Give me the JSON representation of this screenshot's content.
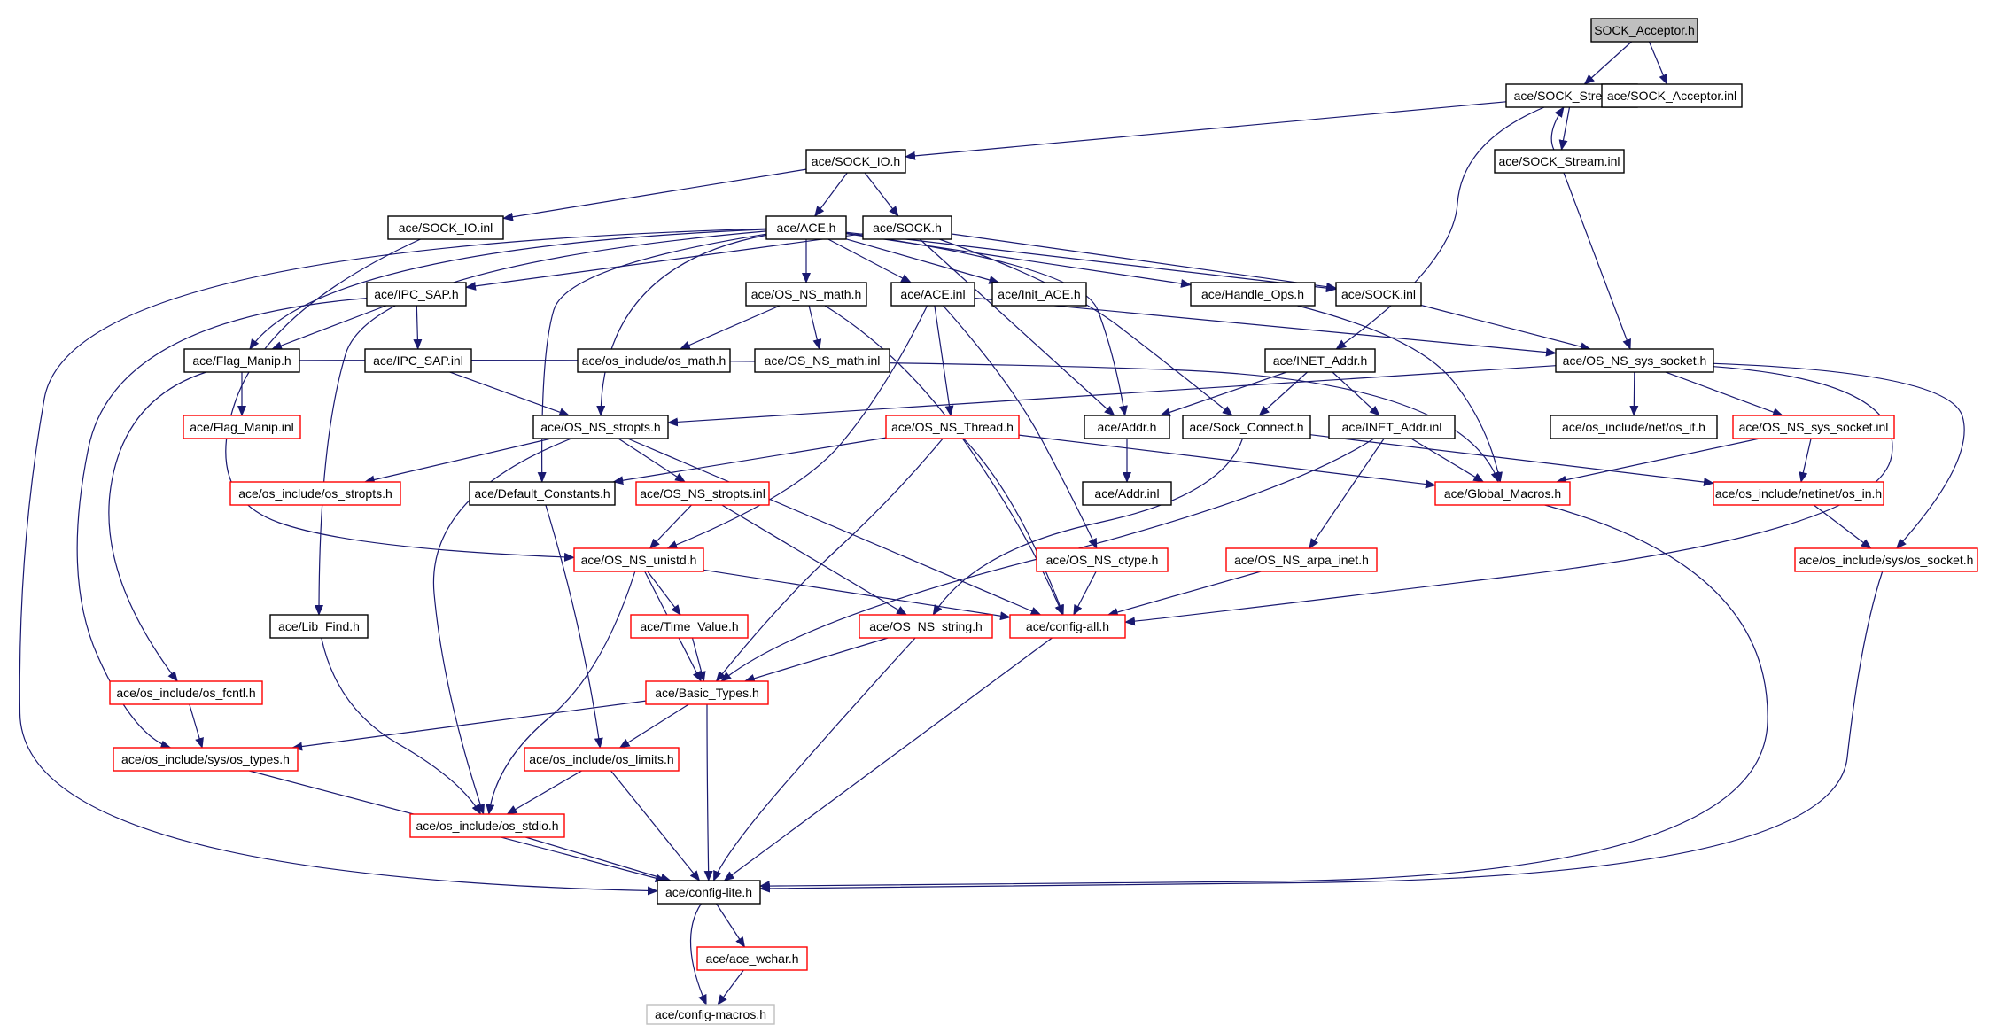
{
  "colors": {
    "edge": "#191970",
    "border_default": "#000000",
    "border_truncated": "#ff0000",
    "border_leaf": "#bfbfbf",
    "fill_root": "#bfbfbf",
    "fill_default": "#ffffff"
  },
  "nodes": [
    {
      "id": "n0",
      "label": "SOCK_Acceptor.h",
      "style": "root"
    },
    {
      "id": "n1",
      "label": "ace/SOCK_Stream.h",
      "style": "normal"
    },
    {
      "id": "n2",
      "label": "ace/SOCK_Acceptor.inl",
      "style": "normal"
    },
    {
      "id": "n3",
      "label": "ace/SOCK_Stream.inl",
      "style": "normal"
    },
    {
      "id": "n4",
      "label": "ace/SOCK_IO.h",
      "style": "normal"
    },
    {
      "id": "n5",
      "label": "ace/SOCK_IO.inl",
      "style": "normal"
    },
    {
      "id": "n6",
      "label": "ace/ACE.h",
      "style": "normal"
    },
    {
      "id": "n7",
      "label": "ace/SOCK.h",
      "style": "normal"
    },
    {
      "id": "n8",
      "label": "ace/IPC_SAP.h",
      "style": "normal"
    },
    {
      "id": "n9",
      "label": "ace/OS_NS_math.h",
      "style": "normal"
    },
    {
      "id": "n10",
      "label": "ace/ACE.inl",
      "style": "normal"
    },
    {
      "id": "n11",
      "label": "ace/Init_ACE.h",
      "style": "normal"
    },
    {
      "id": "n12",
      "label": "ace/Handle_Ops.h",
      "style": "normal"
    },
    {
      "id": "n13",
      "label": "ace/SOCK.inl",
      "style": "normal"
    },
    {
      "id": "n14",
      "label": "ace/Flag_Manip.h",
      "style": "normal"
    },
    {
      "id": "n15",
      "label": "ace/IPC_SAP.inl",
      "style": "normal"
    },
    {
      "id": "n16",
      "label": "ace/os_include/os_math.h",
      "style": "normal"
    },
    {
      "id": "n17",
      "label": "ace/OS_NS_math.inl",
      "style": "normal"
    },
    {
      "id": "n18",
      "label": "ace/INET_Addr.h",
      "style": "normal"
    },
    {
      "id": "n19",
      "label": "ace/OS_NS_sys_socket.h",
      "style": "normal"
    },
    {
      "id": "n20",
      "label": "ace/Flag_Manip.inl",
      "style": "truncated"
    },
    {
      "id": "n21",
      "label": "ace/OS_NS_stropts.h",
      "style": "normal"
    },
    {
      "id": "n22",
      "label": "ace/OS_NS_Thread.h",
      "style": "truncated"
    },
    {
      "id": "n23",
      "label": "ace/Addr.h",
      "style": "normal"
    },
    {
      "id": "n24",
      "label": "ace/Sock_Connect.h",
      "style": "normal"
    },
    {
      "id": "n25",
      "label": "ace/INET_Addr.inl",
      "style": "normal"
    },
    {
      "id": "n26",
      "label": "ace/os_include/net/os_if.h",
      "style": "normal"
    },
    {
      "id": "n27",
      "label": "ace/OS_NS_sys_socket.inl",
      "style": "truncated"
    },
    {
      "id": "n28",
      "label": "ace/os_include/os_stropts.h",
      "style": "truncated"
    },
    {
      "id": "n29",
      "label": "ace/Default_Constants.h",
      "style": "normal"
    },
    {
      "id": "n30",
      "label": "ace/OS_NS_stropts.inl",
      "style": "truncated"
    },
    {
      "id": "n31",
      "label": "ace/Addr.inl",
      "style": "normal"
    },
    {
      "id": "n32",
      "label": "ace/Global_Macros.h",
      "style": "truncated"
    },
    {
      "id": "n33",
      "label": "ace/os_include/netinet/os_in.h",
      "style": "truncated"
    },
    {
      "id": "n34",
      "label": "ace/OS_NS_unistd.h",
      "style": "truncated"
    },
    {
      "id": "n35",
      "label": "ace/OS_NS_ctype.h",
      "style": "truncated"
    },
    {
      "id": "n36",
      "label": "ace/OS_NS_arpa_inet.h",
      "style": "truncated"
    },
    {
      "id": "n37",
      "label": "ace/os_include/sys/os_socket.h",
      "style": "truncated"
    },
    {
      "id": "n38",
      "label": "ace/Lib_Find.h",
      "style": "normal"
    },
    {
      "id": "n39",
      "label": "ace/Time_Value.h",
      "style": "truncated"
    },
    {
      "id": "n40",
      "label": "ace/OS_NS_string.h",
      "style": "truncated"
    },
    {
      "id": "n41",
      "label": "ace/config-all.h",
      "style": "truncated"
    },
    {
      "id": "n42",
      "label": "ace/os_include/os_fcntl.h",
      "style": "truncated"
    },
    {
      "id": "n43",
      "label": "ace/Basic_Types.h",
      "style": "truncated"
    },
    {
      "id": "n44",
      "label": "ace/os_include/sys/os_types.h",
      "style": "truncated"
    },
    {
      "id": "n45",
      "label": "ace/os_include/os_limits.h",
      "style": "truncated"
    },
    {
      "id": "n46",
      "label": "ace/os_include/os_stdio.h",
      "style": "truncated"
    },
    {
      "id": "n47",
      "label": "ace/config-lite.h",
      "style": "normal"
    },
    {
      "id": "n48",
      "label": "ace/ace_wchar.h",
      "style": "truncated"
    },
    {
      "id": "n49",
      "label": "ace/config-macros.h",
      "style": "leaf"
    }
  ],
  "edges": [
    [
      "n0",
      "n1"
    ],
    [
      "n0",
      "n2"
    ],
    [
      "n1",
      "n4"
    ],
    [
      "n1",
      "n3"
    ],
    [
      "n1",
      "n18"
    ],
    [
      "n3",
      "n1"
    ],
    [
      "n3",
      "n19"
    ],
    [
      "n4",
      "n5"
    ],
    [
      "n4",
      "n6"
    ],
    [
      "n4",
      "n7"
    ],
    [
      "n5",
      "n34"
    ],
    [
      "n6",
      "n14"
    ],
    [
      "n6",
      "n9"
    ],
    [
      "n6",
      "n10"
    ],
    [
      "n6",
      "n11"
    ],
    [
      "n6",
      "n12"
    ],
    [
      "n6",
      "n13"
    ],
    [
      "n6",
      "n29"
    ],
    [
      "n6",
      "n38"
    ],
    [
      "n6",
      "n47"
    ],
    [
      "n6",
      "n21"
    ],
    [
      "n6",
      "n23"
    ],
    [
      "n7",
      "n8"
    ],
    [
      "n7",
      "n13"
    ],
    [
      "n7",
      "n24"
    ],
    [
      "n7",
      "n23"
    ],
    [
      "n8",
      "n14"
    ],
    [
      "n8",
      "n15"
    ],
    [
      "n8",
      "n44"
    ],
    [
      "n9",
      "n16"
    ],
    [
      "n9",
      "n17"
    ],
    [
      "n9",
      "n41"
    ],
    [
      "n10",
      "n19"
    ],
    [
      "n10",
      "n22"
    ],
    [
      "n10",
      "n35"
    ],
    [
      "n10",
      "n34"
    ],
    [
      "n12",
      "n32"
    ],
    [
      "n13",
      "n19"
    ],
    [
      "n14",
      "n20"
    ],
    [
      "n14",
      "n32"
    ],
    [
      "n14",
      "n42"
    ],
    [
      "n15",
      "n21"
    ],
    [
      "n18",
      "n23"
    ],
    [
      "n18",
      "n24"
    ],
    [
      "n18",
      "n25"
    ],
    [
      "n19",
      "n21"
    ],
    [
      "n19",
      "n26"
    ],
    [
      "n19",
      "n27"
    ],
    [
      "n19",
      "n37"
    ],
    [
      "n19",
      "n41"
    ],
    [
      "n21",
      "n28"
    ],
    [
      "n21",
      "n30"
    ],
    [
      "n21",
      "n41"
    ],
    [
      "n21",
      "n46"
    ],
    [
      "n22",
      "n29"
    ],
    [
      "n22",
      "n43"
    ],
    [
      "n22",
      "n41"
    ],
    [
      "n22",
      "n32"
    ],
    [
      "n23",
      "n31"
    ],
    [
      "n24",
      "n40"
    ],
    [
      "n24",
      "n33"
    ],
    [
      "n25",
      "n32"
    ],
    [
      "n25",
      "n36"
    ],
    [
      "n25",
      "n43"
    ],
    [
      "n27",
      "n32"
    ],
    [
      "n27",
      "n33"
    ],
    [
      "n29",
      "n45"
    ],
    [
      "n30",
      "n34"
    ],
    [
      "n30",
      "n40"
    ],
    [
      "n32",
      "n47"
    ],
    [
      "n33",
      "n37"
    ],
    [
      "n34",
      "n39"
    ],
    [
      "n34",
      "n43"
    ],
    [
      "n34",
      "n41"
    ],
    [
      "n34",
      "n46"
    ],
    [
      "n35",
      "n41"
    ],
    [
      "n36",
      "n41"
    ],
    [
      "n37",
      "n47"
    ],
    [
      "n38",
      "n46"
    ],
    [
      "n39",
      "n43"
    ],
    [
      "n40",
      "n43"
    ],
    [
      "n40",
      "n47"
    ],
    [
      "n41",
      "n47"
    ],
    [
      "n42",
      "n44"
    ],
    [
      "n43",
      "n44"
    ],
    [
      "n43",
      "n45"
    ],
    [
      "n43",
      "n47"
    ],
    [
      "n44",
      "n47"
    ],
    [
      "n45",
      "n46"
    ],
    [
      "n45",
      "n47"
    ],
    [
      "n46",
      "n47"
    ],
    [
      "n47",
      "n48"
    ],
    [
      "n47",
      "n49"
    ],
    [
      "n48",
      "n49"
    ]
  ]
}
